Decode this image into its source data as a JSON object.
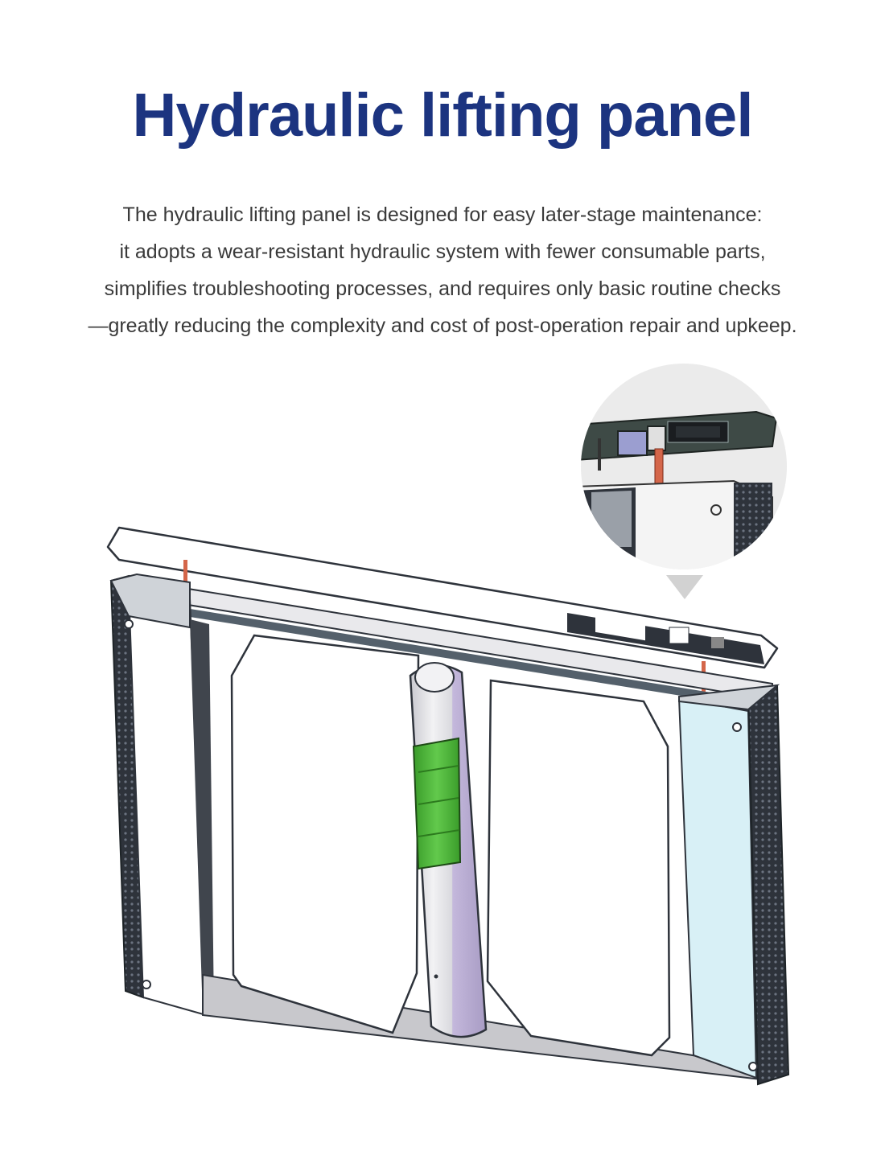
{
  "header": {
    "title": "Hydraulic lifting panel"
  },
  "description": {
    "lines": [
      "The hydraulic lifting panel is designed for easy later-stage maintenance:",
      "it adopts a wear-resistant hydraulic system with fewer consumable parts,",
      "simplifies troubleshooting processes, and requires only basic routine checks",
      "—greatly reducing the complexity and cost of post-operation repair and upkeep."
    ]
  },
  "colors": {
    "title": "#1c3480",
    "body_text": "#3a3a3a",
    "background": "#ffffff",
    "frame_dark": "#2e333b",
    "green_part": "#44b030",
    "glass_blue": "#d8f0f6",
    "pillar_purple": "#b8acd0",
    "hydraulic_rod": "#d4664a",
    "callout_bg": "#ebebeb"
  },
  "illustration": {
    "subject": "hydraulic-lifting-panel-assembly",
    "callout": "detail-magnifier"
  }
}
